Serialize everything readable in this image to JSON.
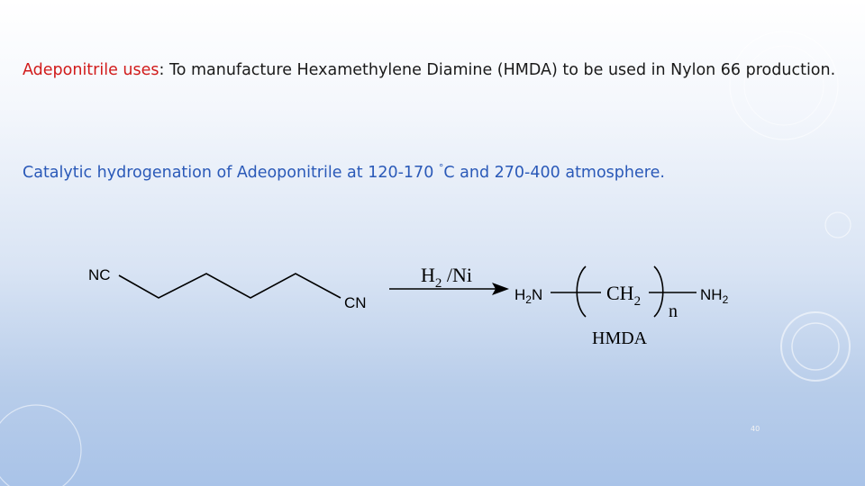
{
  "slide": {
    "uses_label": "Adeponitrile uses",
    "uses_colon": ": ",
    "uses_text": "To manufacture Hexamethylene Diamine (HMDA) to be used in Nylon 66 production.",
    "catalytic_text_before": "Catalytic hydrogenation of Adeoponitrile at 120-170 ",
    "degree_symbol": "°",
    "catalytic_text_after": "C and 270-400 atmosphere.",
    "page_number": "40"
  },
  "scheme": {
    "reactant_left_group": "NC",
    "reactant_right_group": "CN",
    "reagent_main": "H",
    "reagent_sub": "2",
    "reagent_rest": " /Ni",
    "amine_left_main": "H",
    "amine_left_sub": "2",
    "amine_left_rest": "N",
    "repeat_unit_main": "CH",
    "repeat_unit_sub": "2",
    "subscript_n": "n",
    "amine_right_main": "NH",
    "amine_right_sub": "2",
    "product_label": "HMDA"
  },
  "colors": {
    "red_label": "#d11a1a",
    "blue_text": "#2a59b8",
    "body_text": "#1a1a1a"
  }
}
